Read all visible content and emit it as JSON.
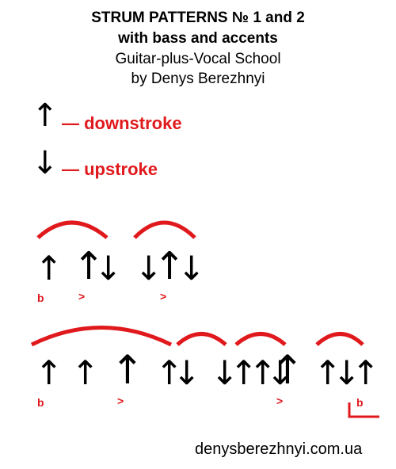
{
  "title": {
    "line1": "STRUM PATTERNS № 1 and 2",
    "line2": "with bass and accents",
    "line3": "Guitar-plus-Vocal School",
    "line4": "by Denys Berezhnyi"
  },
  "legend": {
    "down_symbol": "↑",
    "down_label": "— downstroke",
    "up_symbol": "↓",
    "up_label": "— upstroke"
  },
  "pattern1": {
    "arrows": [
      "↑",
      "↑",
      "↓",
      "↓",
      "↑",
      "↓"
    ],
    "marks": [
      "b",
      ">",
      ">"
    ]
  },
  "pattern2": {
    "arrows": [
      "↑",
      "↑",
      "↑",
      "↑",
      "↓",
      "↓",
      "↑",
      "↑",
      "↓",
      "↑",
      "↑",
      "↓",
      "↑"
    ],
    "marks": [
      "b",
      ">",
      ">",
      "b"
    ]
  },
  "footer": "denysberezhnyi.com.ua",
  "colors": {
    "accent": "#e0191d",
    "text": "#000000"
  }
}
